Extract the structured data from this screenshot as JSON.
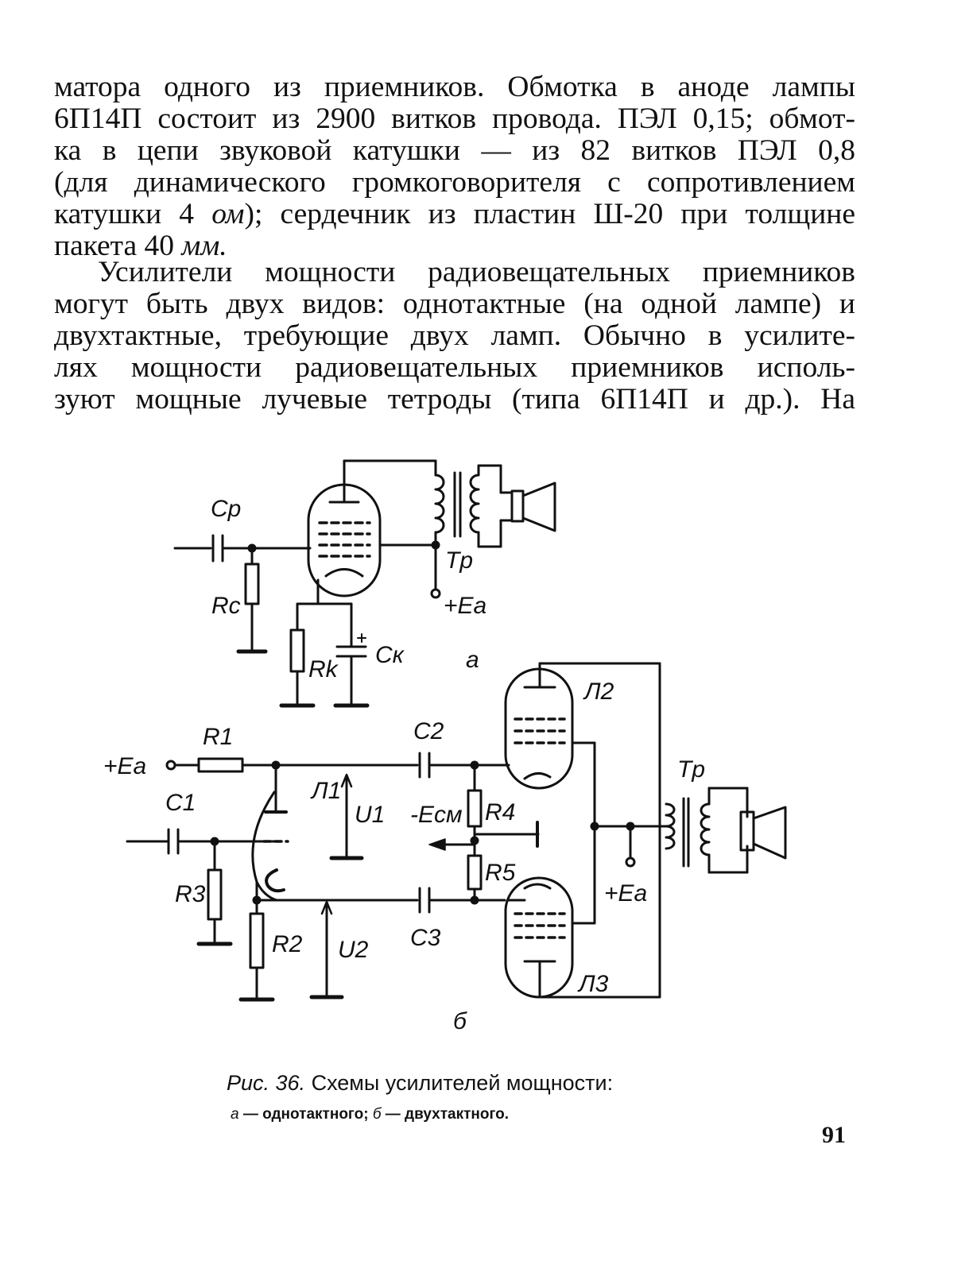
{
  "text": {
    "p1_lines": [
      "матора одного из приемников. Обмотка в аноде лампы",
      "6П14П состоит из 2900 витков провода. ПЭЛ 0,15; обмот-",
      "ка в цепи звуковой катушки — из 82 витков ПЭЛ 0,8",
      "(для динамического громкоговорителя с сопротивлением"
    ],
    "p1_l5_a": "катушки 4 ",
    "p1_l5_unit": "ом",
    "p1_l5_b": "); сердечник из пластин Ш-20 при толщине",
    "p1_l5_pre": "",
    "p1_l6_a": "пакета 40 ",
    "p1_l6_unit": "мм.",
    "p2_lines": [
      "Усилители мощности радиовещательных приемников",
      "могут быть двух видов: однотактные (на одной лампе) и",
      "двухтактные, требующие двух ламп. Обычно в усилите-",
      "лях мощности радиовещательных приемников исполь-",
      "зуют мощные лучевые тетроды (типа 6П14П и др.). На"
    ]
  },
  "schematic_labels": {
    "cp": "Cp",
    "rc": "Rc",
    "rk": "Rk",
    "ck": "Cк",
    "tp_a": "Tp",
    "ea_a": "+Ea",
    "sub_a": "a",
    "r1": "R1",
    "c1": "C1",
    "r3": "R3",
    "r2": "R2",
    "l1": "Л1",
    "u1": "U1",
    "u2": "U2",
    "c2": "C2",
    "c3": "C3",
    "ecm": "-Eсм",
    "r4": "R4",
    "r5": "R5",
    "l2": "Л2",
    "l3": "Л3",
    "tp_b": "Tp",
    "ea_b": "+Ea",
    "ea_in": "+Ea",
    "sub_b": "б"
  },
  "caption": {
    "fig": "Рис. 36.",
    "title": " Схемы усилителей мощности:",
    "a_letter": "а",
    "a_text": " — однотактного;  ",
    "b_letter": "б",
    "b_text": " — двухтактного."
  },
  "page_number": "91"
}
